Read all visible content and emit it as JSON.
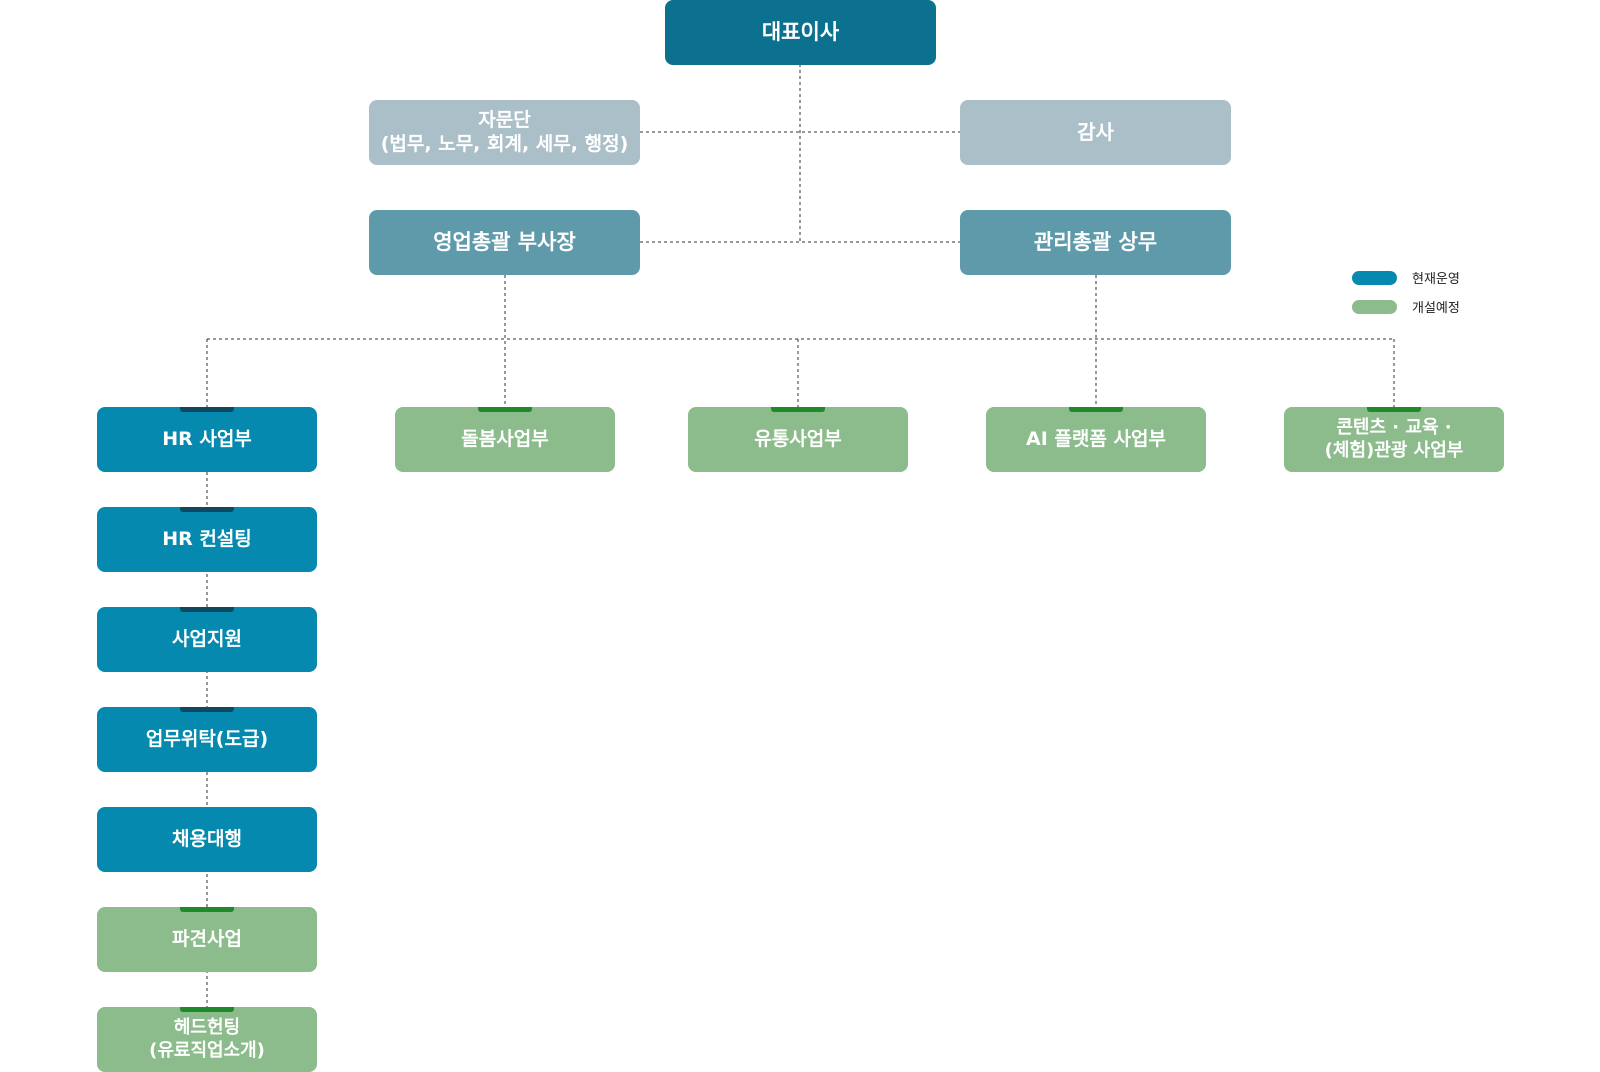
{
  "org": {
    "ceo": "대표이사",
    "advisory": {
      "line1": "자문단",
      "line2": "(법무, 노무, 회계, 세무, 행정)"
    },
    "audit": "감사",
    "sales_vp": "영업총괄 부사장",
    "admin_director": "관리총괄 상무",
    "divisions": {
      "hr": "HR 사업부",
      "care": "돌봄사업부",
      "distribution": "유통사업부",
      "ai": "AI 플랫폼 사업부",
      "content": {
        "line1": "콘텐츠 · 교육 ·",
        "line2": "(체험)관광 사업부"
      }
    },
    "hr_units": {
      "consulting": "HR 컨설팅",
      "support": "사업지원",
      "outsourcing": "업무위탁(도급)",
      "recruiting": "채용대행",
      "dispatch": "파견사업",
      "headhunting": {
        "line1": "헤드헌팅",
        "line2": "(유료직업소개)"
      }
    }
  },
  "legend": {
    "current": "현재운영",
    "planned": "개설예정"
  },
  "colors": {
    "ceo": "#0b718f",
    "advisory": "#aabfc8",
    "executive": "#5f9aaa",
    "current": "#0689ae",
    "planned": "#8cbb8c",
    "connector": "#333333"
  }
}
